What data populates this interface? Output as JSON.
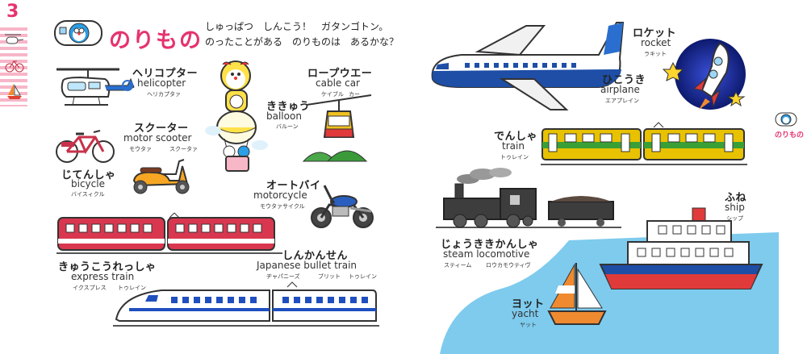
{
  "page_number": "3",
  "title": "のりもの",
  "intro": {
    "line1": "しゅっぱつ　しんこう！　ガタンゴトン。",
    "line2": "のったことがある　のりものは　あるかな？"
  },
  "side_tab_label": "のりもの",
  "vehicles": {
    "helicopter": {
      "jp": "ヘリコプター",
      "en": "helicopter",
      "kana": "ヘリカプタァ"
    },
    "scooter": {
      "jp": "スクーター",
      "en": "motor scooter",
      "kana1": "モウタァ",
      "kana2": "スクータァ"
    },
    "bicycle": {
      "jp": "じてんしゃ",
      "en": "bicycle",
      "kana": "バイスィクル"
    },
    "balloon": {
      "jp": "ききゅう",
      "en": "balloon",
      "kana": "バルーン"
    },
    "cablecar": {
      "jp": "ロープウエー",
      "en": "cable car",
      "kana1": "ケイブル",
      "kana2": "カー"
    },
    "motorcycle": {
      "jp": "オートバイ",
      "en": "motorcycle",
      "kana": "モウタァサイクル"
    },
    "express": {
      "jp": "きゅうこうれっしゃ",
      "en": "express train",
      "kana1": "イクスプレス",
      "kana2": "トゥレイン"
    },
    "bullet": {
      "jp": "しんかんせん",
      "en": "Japanese bullet train",
      "kana1": "ヂャパニーズ",
      "kana2": "ブリット",
      "kana3": "トゥレイン"
    },
    "rocket": {
      "jp": "ロケット",
      "en": "rocket",
      "kana": "ラキット"
    },
    "airplane": {
      "jp": "ひこうき",
      "en": "airplane",
      "kana": "エアプレイン"
    },
    "train": {
      "jp": "でんしゃ",
      "en": "train",
      "kana": "トゥレイン"
    },
    "ship": {
      "jp": "ふね",
      "en": "ship",
      "kana": "シップ"
    },
    "steam": {
      "jp": "じょうききかんしゃ",
      "en": "steam locomotive",
      "kana1": "スティーム",
      "kana2": "ロウカモウティヴ"
    },
    "yacht": {
      "jp": "ヨット",
      "en": "yacht",
      "kana": "ヤット"
    }
  },
  "colors": {
    "accent_pink": "#e6336f",
    "sea_blue": "#7ecbee",
    "train_yellow": "#e8c200",
    "train_green": "#3aa035",
    "express_red": "#d9374f"
  }
}
